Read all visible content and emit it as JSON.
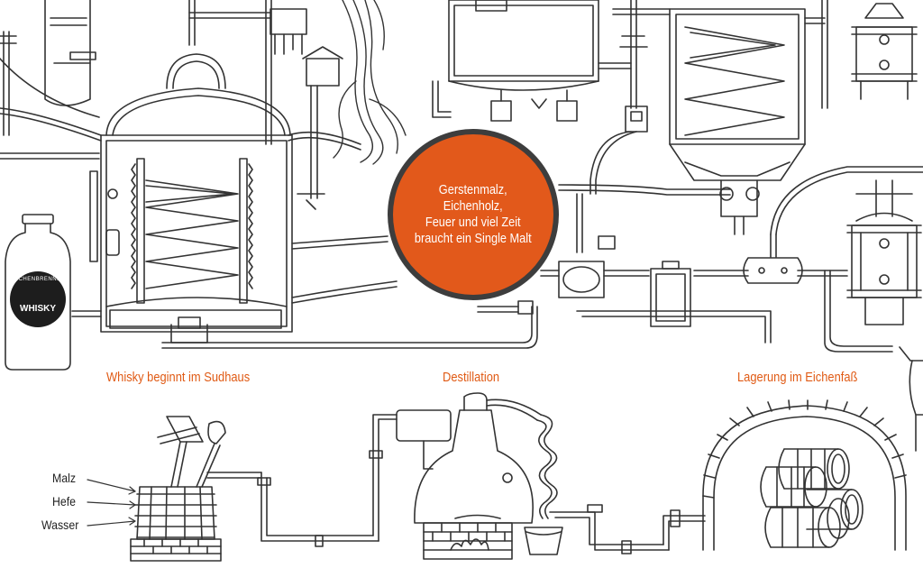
{
  "badge": {
    "lines": [
      "Gerstenmalz,",
      "Eichenholz,",
      "Feuer und viel Zeit",
      "braucht ein Single Malt"
    ]
  },
  "stages": [
    "Whisky beginnt im Sudhaus",
    "Destillation",
    "Lagerung im Eichenfaß"
  ],
  "ingredients": [
    "Malz",
    "Hefe",
    "Wasser"
  ],
  "bottle": {
    "brand": "ESCHENBRENNER",
    "label": "WHISKY"
  },
  "colors": {
    "accent": "#e2591b",
    "badge_ring": "#3d3d3d",
    "line_art": "#333333",
    "background": "#ffffff"
  }
}
